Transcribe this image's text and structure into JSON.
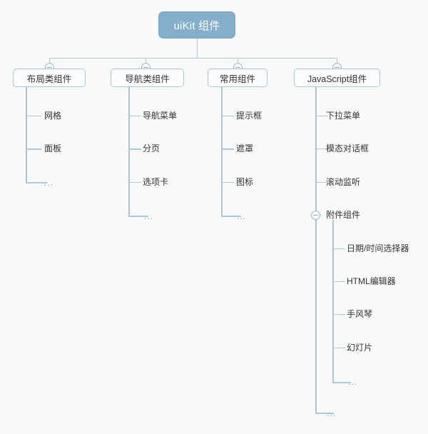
{
  "diagram": {
    "title": "uiKit 组件",
    "type": "mindmap-tree",
    "colors": {
      "background": "#f9f9f9",
      "root_fill": "#84aec9",
      "root_text": "#ffffff",
      "node_fill": "#fbfcfd",
      "node_border": "#a8c6dc",
      "connector": "#a8c6dc",
      "text": "#333333",
      "muted_text": "#9a9a9a"
    },
    "root": {
      "label": "uiKit 组件"
    },
    "branches": [
      {
        "label": "布局类组件",
        "collapse_icon": "minus-circle-icon",
        "children": [
          {
            "label": "网格"
          },
          {
            "label": "面板"
          },
          {
            "label": "..."
          }
        ]
      },
      {
        "label": "导航类组件",
        "collapse_icon": "minus-circle-icon",
        "children": [
          {
            "label": "导航菜单"
          },
          {
            "label": "分页"
          },
          {
            "label": "选项卡"
          },
          {
            "label": "..."
          }
        ]
      },
      {
        "label": "常用组件",
        "collapse_icon": "minus-circle-icon",
        "children": [
          {
            "label": "提示框"
          },
          {
            "label": "遮罩"
          },
          {
            "label": "图标"
          },
          {
            "label": "..."
          }
        ]
      },
      {
        "label": "JavaScript组件",
        "collapse_icon": "minus-circle-icon",
        "children": [
          {
            "label": "下拉菜单"
          },
          {
            "label": "模态对话框"
          },
          {
            "label": "滚动监听"
          },
          {
            "label": "附件组件",
            "collapse_icon": "minus-circle-icon",
            "children": [
              {
                "label": "日期/时间选择器"
              },
              {
                "label": "HTML编辑器"
              },
              {
                "label": "手风琴"
              },
              {
                "label": "幻灯片"
              },
              {
                "label": "..."
              }
            ]
          },
          {
            "label": "..."
          }
        ]
      }
    ]
  }
}
